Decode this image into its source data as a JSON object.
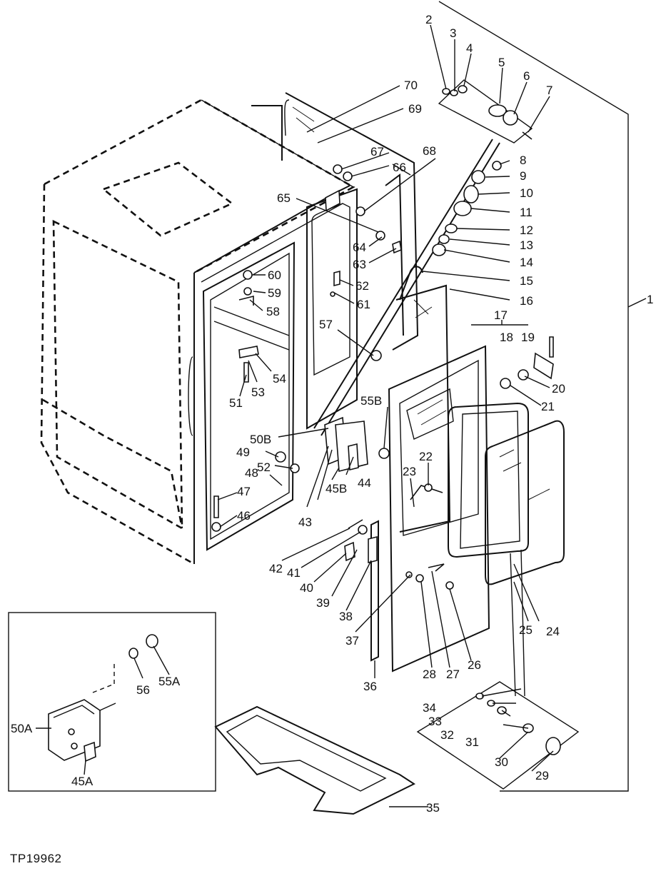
{
  "figure_id": "TP19962",
  "callouts": [
    "1",
    "2",
    "3",
    "4",
    "5",
    "6",
    "7",
    "8",
    "9",
    "10",
    "11",
    "12",
    "13",
    "14",
    "15",
    "16",
    "17",
    "18",
    "19",
    "20",
    "21",
    "22",
    "23",
    "24",
    "25",
    "26",
    "27",
    "28",
    "29",
    "30",
    "31",
    "32",
    "33",
    "34",
    "35",
    "36",
    "37",
    "38",
    "39",
    "40",
    "41",
    "42",
    "43",
    "44",
    "45A",
    "45B",
    "46",
    "47",
    "48",
    "49",
    "50A",
    "50B",
    "51",
    "52",
    "53",
    "54",
    "55A",
    "55B",
    "56",
    "57",
    "58",
    "59",
    "60",
    "61",
    "62",
    "63",
    "64",
    "65",
    "66",
    "67",
    "68",
    "69",
    "70"
  ]
}
